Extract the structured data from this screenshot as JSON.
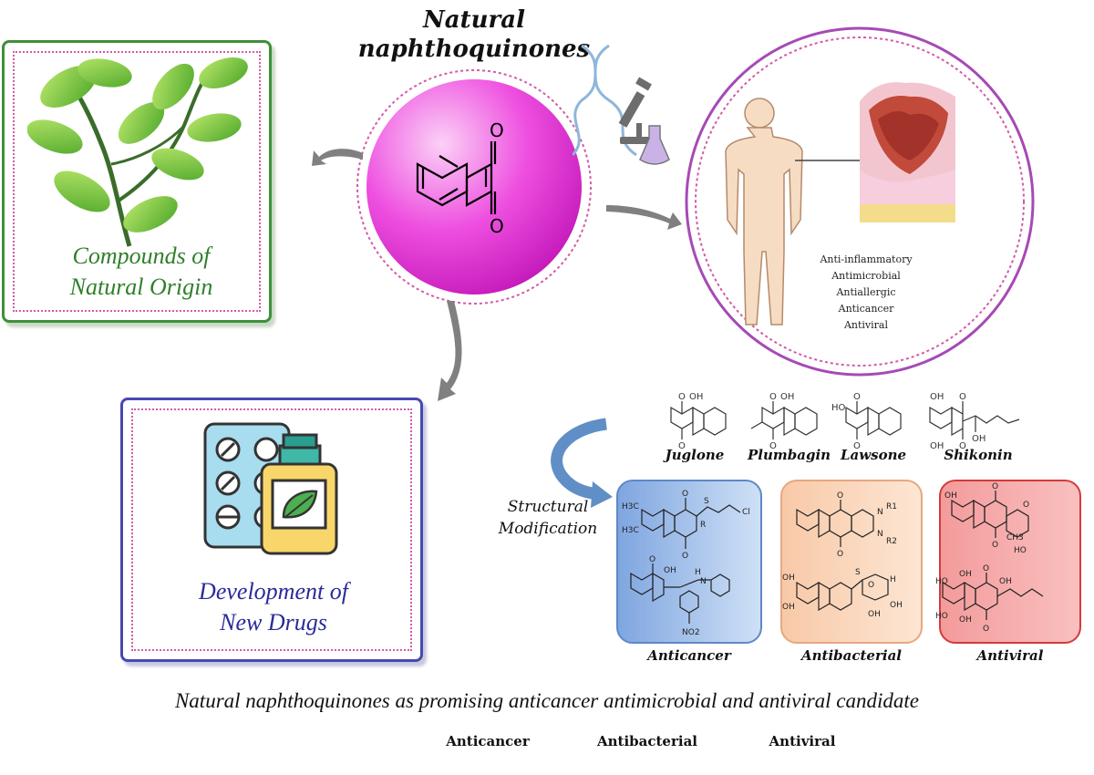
{
  "title": {
    "line1": "Natural",
    "line2": "naphthoquinones"
  },
  "origin_panel": {
    "line1": "Compounds of",
    "line2": "Natural Origin"
  },
  "drugs_panel": {
    "line1": "Development of",
    "line2": "New Drugs"
  },
  "activities": [
    "Anti-inflammatory",
    "Antimicrobial",
    "Antiallergic",
    "Anticancer",
    "Antiviral"
  ],
  "compounds": [
    "Juglone",
    "Plumbagin",
    "Lawsone",
    "Shikonin"
  ],
  "structural_modification": {
    "line1": "Structural",
    "line2": "Modification"
  },
  "categories": [
    "Anticancer",
    "Antibacterial",
    "Antiviral"
  ],
  "atom_labels": {
    "o": "O",
    "oh": "OH",
    "ho": "HO",
    "h3c": "H3C",
    "r": "R",
    "r1": "R1",
    "r2": "R2",
    "s": "S",
    "cl": "Cl",
    "n": "N",
    "h": "H",
    "no2": "NO2",
    "ch3": "CH3"
  },
  "caption": "Natural naphthoquinones as promising anticancer antimicrobial and antiviral candidate",
  "bottom_labels": [
    "Anticancer",
    "Antibacterial",
    "Antiviral"
  ],
  "colors": {
    "sphere": "#e62fd6",
    "origin_border": "#3f8f3a",
    "drugs_border": "#4848b0",
    "anticancer_box": "#7fa6e0",
    "antibacterial_box": "#f8c9a8",
    "antiviral_box": "#f49b9b",
    "arrow": "#808080",
    "dotted": "#d45aa6",
    "circle_border": "#a64ab6"
  }
}
